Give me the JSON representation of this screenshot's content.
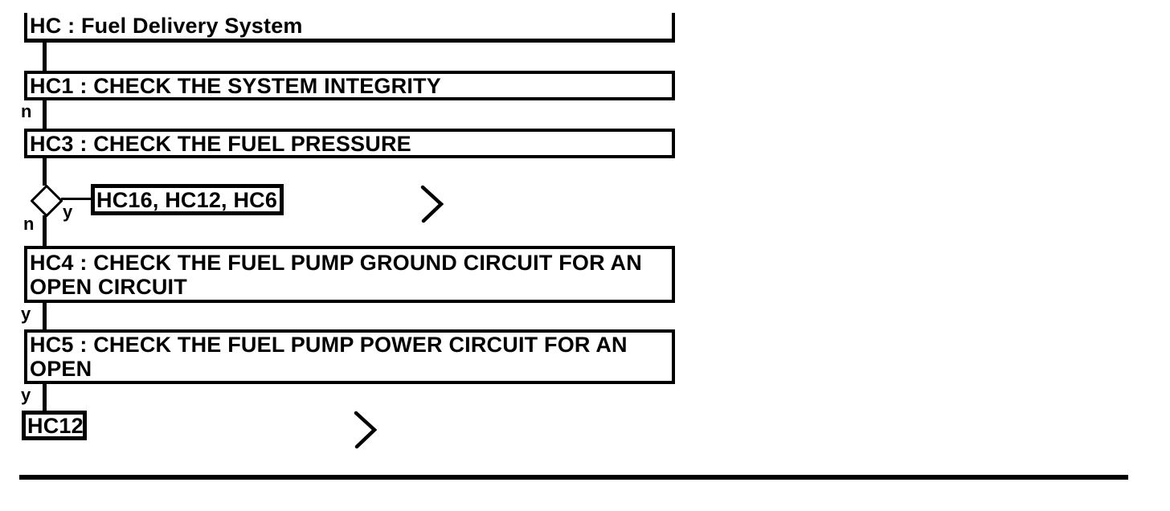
{
  "colors": {
    "ink": "#000000",
    "background": "#ffffff"
  },
  "flowchart": {
    "title_box": {
      "label": "HC : Fuel Delivery System"
    },
    "boxes": {
      "hc1": {
        "label": "HC1 : CHECK THE SYSTEM INTEGRITY"
      },
      "hc3": {
        "label": "HC3 : CHECK THE FUEL PRESSURE"
      },
      "hc4": {
        "label": "HC4 : CHECK THE FUEL PUMP GROUND CIRCUIT FOR AN OPEN CIRCUIT",
        "lines": [
          "HC4 : CHECK THE FUEL PUMP GROUND CIRCUIT FOR AN",
          "OPEN CIRCUIT"
        ]
      },
      "hc5": {
        "label": "HC5 : CHECK THE FUEL PUMP POWER CIRCUIT FOR AN OPEN",
        "lines": [
          "HC5 : CHECK THE FUEL PUMP POWER CIRCUIT FOR AN",
          "OPEN"
        ]
      },
      "hc16_group": {
        "label": "HC16, HC12, HC6"
      },
      "hc12": {
        "label": "HC12"
      }
    },
    "branch_labels": {
      "hc1_no": "n",
      "decision_yes": "y",
      "decision_no": "n",
      "hc4_yes": "y",
      "hc5_yes": "y"
    }
  }
}
